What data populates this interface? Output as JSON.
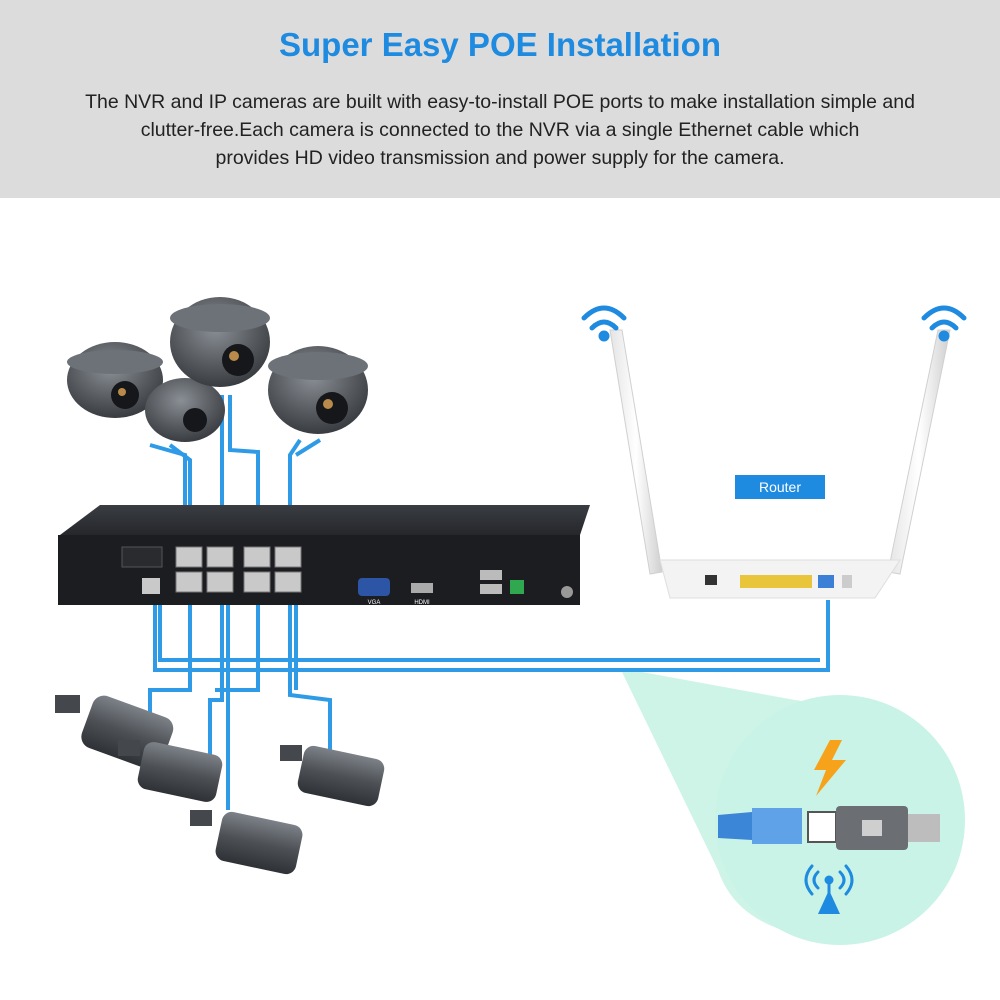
{
  "header": {
    "title": "Super Easy POE Installation",
    "description_lines": [
      "The NVR and IP cameras are built with easy-to-install POE ports to make installation simple and",
      "clutter-free.Each camera is connected to the NVR via a single Ethernet cable which",
      "provides HD video transmission and power supply for the camera."
    ]
  },
  "router": {
    "label": "Router"
  },
  "nvr": {
    "port_labels": [
      "VGA",
      "HDMI"
    ]
  },
  "colors": {
    "accent": "#1e8be0",
    "cable": "#2f9be6",
    "zoom_bg": "#c9f3e6",
    "bolt": "#f7a21b",
    "header_bg": "#dcdcdc"
  },
  "icons": [
    "wifi-icon",
    "lightning-icon",
    "antenna-signal-icon",
    "rj45-connector-icon"
  ]
}
